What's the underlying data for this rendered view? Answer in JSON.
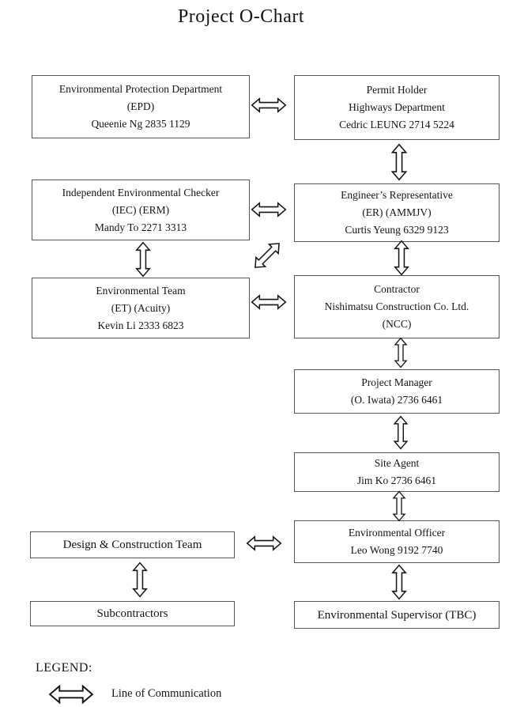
{
  "title": "Project O-Chart",
  "boxes": {
    "epd": {
      "line1": "Environmental Protection Department",
      "line2": "(EPD)",
      "line3": "Queenie Ng 2835 1129"
    },
    "permit_holder": {
      "line1": "Permit Holder",
      "line2": "Highways Department",
      "line3": "Cedric LEUNG 2714 5224"
    },
    "iec": {
      "line1": "Independent Environmental Checker",
      "line2": "(IEC) (ERM)",
      "line3": "Mandy To 2271 3313"
    },
    "er": {
      "line1": "Engineer’s Representative",
      "line2": "(ER) (AMMJV)",
      "line3": "Curtis Yeung 6329 9123"
    },
    "et": {
      "line1": "Environmental Team",
      "line2": "(ET) (Acuity)",
      "line3": "Kevin Li 2333 6823"
    },
    "contractor": {
      "line1": "Contractor",
      "line2": "Nishimatsu Construction Co. Ltd.",
      "line3": "(NCC)"
    },
    "project_manager": {
      "line1": "Project Manager",
      "line2": "(O. Iwata) 2736 6461"
    },
    "site_agent": {
      "line1": "Site Agent",
      "line2": "Jim Ko 2736 6461"
    },
    "environmental_officer": {
      "line1": "Environmental Officer",
      "line2": "Leo Wong 9192 7740"
    },
    "design_construction_team": {
      "line1": "Design & Construction Team"
    },
    "subcontractors": {
      "line1": "Subcontractors"
    },
    "environmental_supervisor": {
      "line1": "Environmental Supervisor (TBC)"
    }
  },
  "legend": {
    "heading": "LEGEND:",
    "arrow_label": "Line of Communication"
  },
  "colors": {
    "background": "#ffffff",
    "box_border": "#555555",
    "text": "#141414",
    "arrow_outline": "#141414",
    "arrow_fill": "#ffffff"
  }
}
